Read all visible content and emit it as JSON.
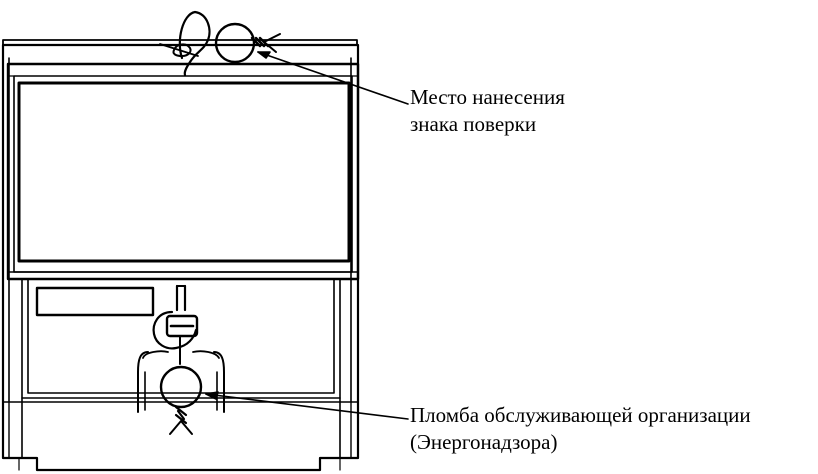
{
  "colors": {
    "ink": "#000000",
    "paper": "#ffffff"
  },
  "labels": {
    "verification_mark": {
      "line1": "Место нанесения",
      "line2": "знака поверки"
    },
    "service_seal": {
      "line1": "Пломба обслуживающей организации",
      "line2": "(Энергонадзора)"
    }
  }
}
